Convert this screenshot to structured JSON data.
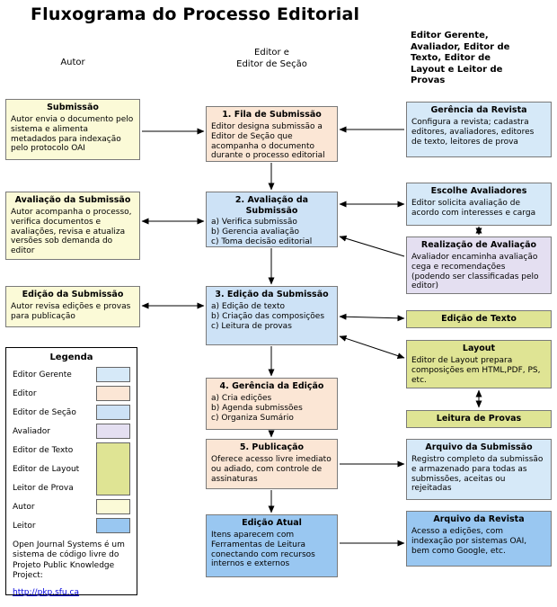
{
  "title": "Fluxograma do Processo Editorial",
  "headers": {
    "left": "Autor",
    "middle": "Editor e\nEditor de Seção",
    "right": "Editor Gerente, Avaliador, Editor de Texto, Editor de Layout e Leitor de Provas"
  },
  "colors": {
    "autor": "#FBFAD7",
    "editor": "#FBE6D5",
    "editor_gerente": "#D6E9F8",
    "editor_secao": "#CDE2F6",
    "avaliador": "#E4DFF1",
    "producao": "#DFE494",
    "leitor": "#99C7F1"
  },
  "left_boxes": [
    {
      "title": "Submissão",
      "body": "Autor envia o documento pelo sistema e alimenta metadados para indexação pelo protocolo OAI"
    },
    {
      "title": "Avaliação da Submissão",
      "body": "Autor acompanha o processo, verifica documentos e avaliações, revisa e atualiza versões sob demanda do editor"
    },
    {
      "title": "Edição da Submissão",
      "body": "Autor revisa edições e provas para publicação"
    }
  ],
  "middle_boxes": [
    {
      "title": "1. Fila de Submissão",
      "body": "Editor designa submissão a Editor de Seção que acompanha o documento durante o processo editorial"
    },
    {
      "title": "2. Avaliação da Submissão",
      "body": "a) Verifica submissão\nb) Gerencia avaliação\nc) Toma decisão editorial"
    },
    {
      "title": "3. Edição da Submissão",
      "body": "a) Edição de texto\nb) Criação das composições\nc) Leitura de provas"
    },
    {
      "title": "4. Gerência da Edição",
      "body": "a) Cria edições\nb) Agenda submissões\nc) Organiza Sumário"
    },
    {
      "title": "5. Publicação",
      "body": "Oferece acesso livre imediato ou adiado, com controle de assinaturas"
    },
    {
      "title": "Edição Atual",
      "body": "Itens aparecem com Ferramentas de Leitura conectando com recursos internos e externos"
    }
  ],
  "right_boxes": [
    {
      "title": "Gerência da Revista",
      "body": "Configura a revista; cadastra editores, avaliadores, editores de texto, leitores de prova"
    },
    {
      "title": "Escolhe Avaliadores",
      "body": "Editor solicita avaliação de acordo com interesses e carga"
    },
    {
      "title": "Realização de Avaliação",
      "body": "Avaliador encaminha avaliação cega e recomendações (podendo ser classificadas pelo editor)"
    },
    {
      "title": "Edição de Texto"
    },
    {
      "title": "Layout",
      "body": "Editor de Layout prepara composições em HTML,PDF, PS, etc."
    },
    {
      "title": "Leitura de Provas"
    },
    {
      "title": "Arquivo da Submissão",
      "body": "Registro completo da submissão e armazenado para todas as submissões, aceitas ou rejeitadas"
    },
    {
      "title": "Arquivo da Revista",
      "body": "Acesso a edições, com indexação por sistemas OAI, bem como Google, etc."
    }
  ],
  "legend": {
    "title": "Legenda",
    "items": [
      "Editor Gerente",
      "Editor",
      "Editor de Seção",
      "Avaliador",
      "Editor de Texto",
      "Editor de Layout",
      "Leitor de Prova",
      "Autor",
      "Leitor"
    ],
    "footer": "Open Journal Systems é um sistema de código livre do Projeto Public Knowledge Project:",
    "link": "http://pkp.sfu.ca"
  }
}
